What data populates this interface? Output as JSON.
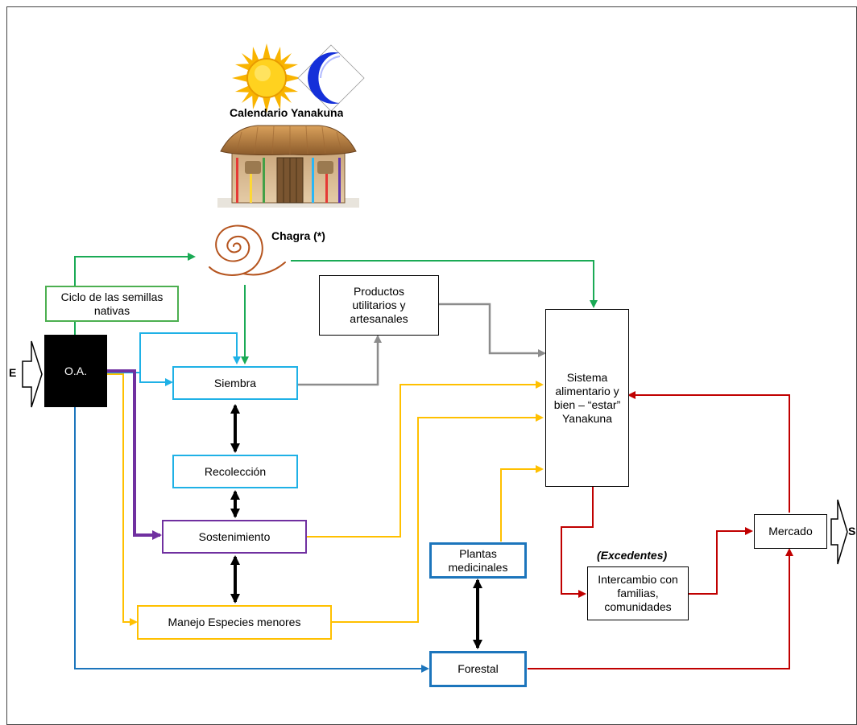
{
  "icons": {
    "sun": "sun-icon",
    "moon": "moon-icon",
    "house": "traditional-house-icon",
    "spiral": "chagra-spiral-icon"
  },
  "calendar_label": "Calendario Yanakuna",
  "chagra_label": "Chagra (*)",
  "nodes": {
    "ciclo": "Ciclo de las semillas nativas",
    "oa": "O.A.",
    "siembra": "Siembra",
    "recoleccion": "Recolección",
    "sostenimiento": "Sostenimiento",
    "manejo": "Manejo Especies menores",
    "productos": "Productos utilitarios y artesanales",
    "sistema": "Sistema alimentario y bien – “estar” Yanakuna",
    "plantas": "Plantas medicinales",
    "forestal": "Forestal",
    "intercambio": "Intercambio con familias, comunidades",
    "mercado": "Mercado"
  },
  "excedentes_label": "(Excedentes)",
  "entrada_label": "E",
  "salida_label": "S",
  "colors": {
    "green": "#1AAA55",
    "cyan": "#1FB1E6",
    "purple": "#7030A0",
    "yellow": "#FFC000",
    "blue": "#1C75BC",
    "gray": "#8C8C8C",
    "red": "#C00000",
    "black": "#000000",
    "spiral": "#B5541E"
  }
}
